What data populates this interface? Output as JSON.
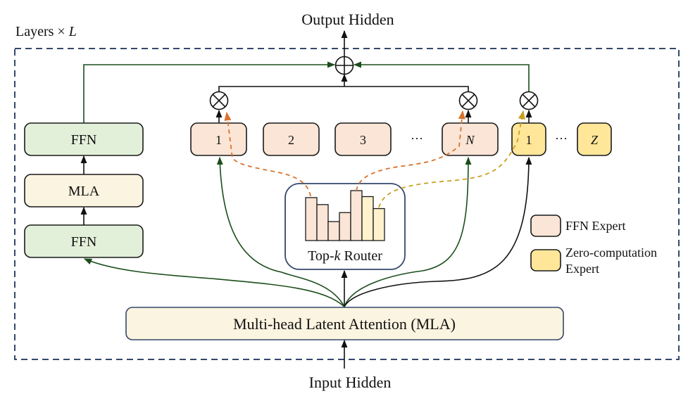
{
  "labels": {
    "output": "Output Hidden",
    "input": "Input Hidden",
    "layers_prefix": "Layers × ",
    "layers_var": "L",
    "main_attention": "Multi-head Latent Attention (MLA)",
    "router_prefix": "Top-",
    "router_var": "k",
    "router_suffix": " Router",
    "ellipsis": "···"
  },
  "left_stack": [
    {
      "label": "FFN",
      "kind": "ffn"
    },
    {
      "label": "MLA",
      "kind": "mla"
    },
    {
      "label": "FFN",
      "kind": "ffn"
    }
  ],
  "ffn_experts": [
    "1",
    "2",
    "3",
    "N"
  ],
  "zero_experts": [
    "1",
    "Z"
  ],
  "router_scores": [
    {
      "value": 0.86,
      "type": "ffn"
    },
    {
      "value": 0.72,
      "type": "ffn"
    },
    {
      "value": 0.38,
      "type": "ffn"
    },
    {
      "value": 0.56,
      "type": "ffn"
    },
    {
      "value": 1.0,
      "type": "ffn"
    },
    {
      "value": 0.88,
      "type": "zero"
    },
    {
      "value": 0.64,
      "type": "zero"
    }
  ],
  "legend": [
    {
      "label": "FFN Expert",
      "type": "ffn"
    },
    {
      "label": "Zero-computation",
      "label2": "Expert",
      "type": "zero"
    }
  ],
  "colors": {
    "ffn_expert": "#fbe5d6",
    "zero_expert": "#ffe699",
    "router_zero_bar": "#fff2cc",
    "left_ffn": "#e2f0d9",
    "left_mla": "#fbf4e0",
    "frame": "#34486b",
    "green_line": "#1b4d1b",
    "orange_dash": "#d9722c",
    "yellow_dash": "#c9a01f"
  }
}
